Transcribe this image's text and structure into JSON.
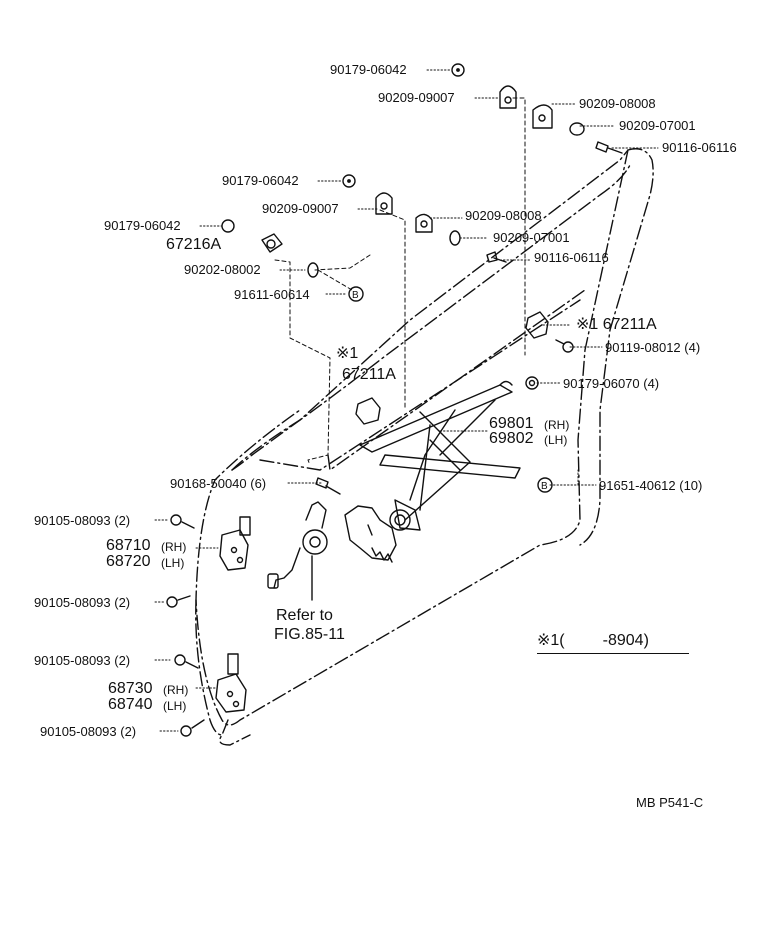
{
  "labels": {
    "p_90179_06042_a": "90179-06042",
    "p_90209_09007_a": "90209-09007",
    "p_90209_08008_a": "90209-08008",
    "p_90209_07001_a": "90209-07001",
    "p_90116_06116_a": "90116-06116",
    "p_90179_06042_b": "90179-06042",
    "p_90209_09007_b": "90209-09007",
    "p_90209_08008_b": "90209-08008",
    "p_90179_06042_c": "90179-06042",
    "p_90209_07001_b": "90209-07001",
    "p_67216a": "67216A",
    "p_90116_06116_b": "90116-06116",
    "p_90202_08002": "90202-08002",
    "p_91611_60614": "91611-60614",
    "p_67211a_r": "※1 67211A",
    "p_90119_08012": "90119-08012 (4)",
    "p_67211a_l_mark": "※1",
    "p_67211a_l": "67211A",
    "p_90179_06070": "90179-06070 (4)",
    "p_69801": "69801",
    "p_69801_side": "(RH)",
    "p_69802": "69802",
    "p_69802_side": "(LH)",
    "p_90168_50040": "90168-50040 (6)",
    "p_91651_40612": "91651-40612 (10)",
    "p_90105_08093_a": "90105-08093 (2)",
    "p_68710": "68710",
    "p_68710_side": "(RH)",
    "p_68720": "68720",
    "p_68720_side": "(LH)",
    "p_90105_08093_b": "90105-08093 (2)",
    "refer_to": "Refer to",
    "fig_ref": "FIG.85-11",
    "p_90105_08093_c": "90105-08093 (2)",
    "p_68730": "68730",
    "p_68730_side": "(RH)",
    "p_68740": "68740",
    "p_68740_side": "(LH)",
    "p_90105_08093_d": "90105-08093 (2)",
    "note_mark": "※1(",
    "note_code": "-8904)",
    "footer_code": "MB  P541-C",
    "callout_b": "B"
  }
}
